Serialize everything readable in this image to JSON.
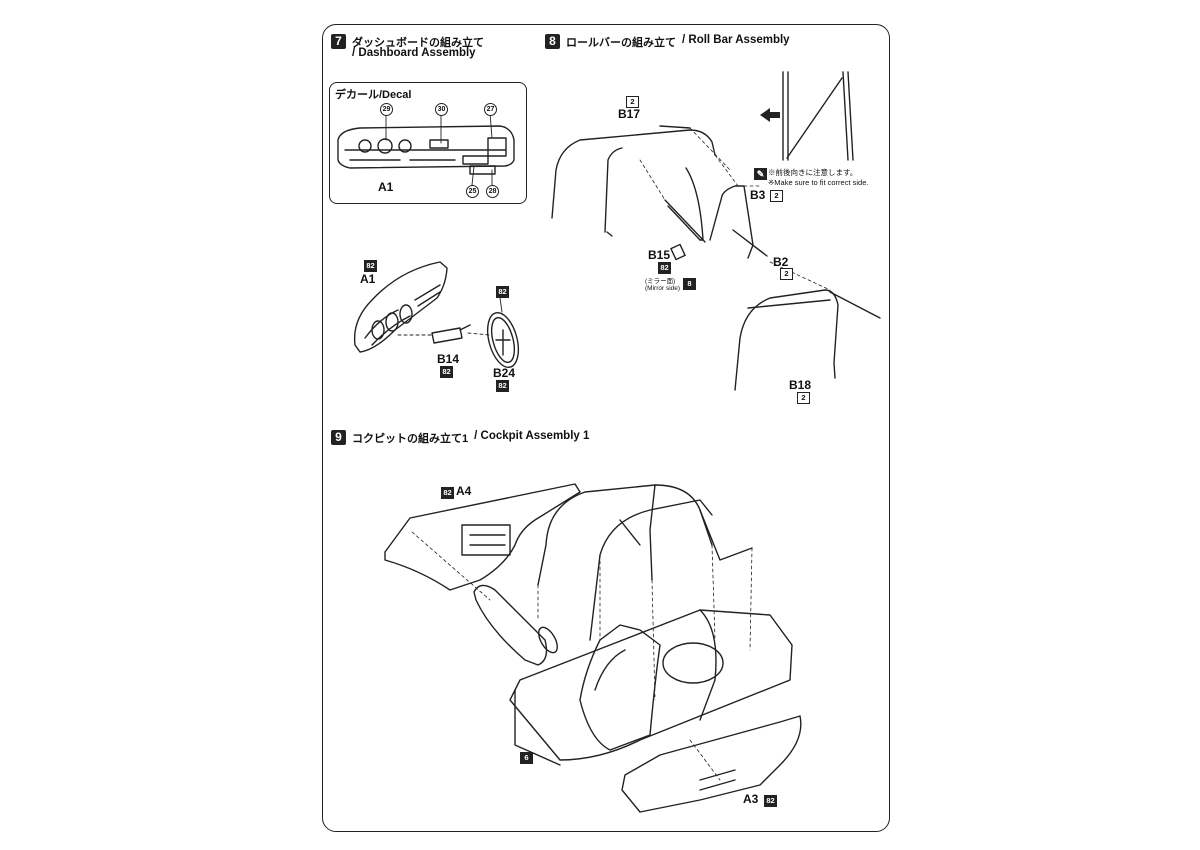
{
  "step7": {
    "number": "7",
    "title_jp": "ダッシュボードの組み立て",
    "title_en": "/ Dashboard Assembly"
  },
  "decal": {
    "title": "デカール/Decal",
    "part": "A1",
    "labels": [
      "29",
      "30",
      "27",
      "25",
      "28"
    ]
  },
  "dashboard_parts": {
    "a1": {
      "tag": "82",
      "label": "A1"
    },
    "b14": {
      "label": "B14",
      "tag": "82"
    },
    "b24": {
      "label": "B24",
      "tag": "82"
    },
    "wheel_tag": "82"
  },
  "step8": {
    "number": "8",
    "title_jp": "ロールバーの組み立て",
    "title_en": "/ Roll Bar Assembly"
  },
  "rollbar_parts": {
    "b17": {
      "tag": "2",
      "label": "B17"
    },
    "b15": {
      "label": "B15",
      "tag": "82",
      "note_jp": "(ミラー面)",
      "note_en": "(Mirror side)",
      "extra_tag": "8"
    },
    "b3": {
      "label": "B3",
      "tag": "2"
    },
    "b2": {
      "label": "B2",
      "tag": "2"
    },
    "b18": {
      "label": "B18",
      "tag": "2"
    },
    "caution_jp": "※前後向きに注意します。",
    "caution_en": "※Make sure to fit correct side."
  },
  "step9": {
    "number": "9",
    "title_jp": "コクピットの組み立て1",
    "title_en": "/ Cockpit Assembly 1"
  },
  "cockpit_parts": {
    "a4": {
      "tag": "82",
      "label": "A4"
    },
    "a3": {
      "label": "A3",
      "tag": "82"
    },
    "ref": {
      "tag": "6"
    }
  },
  "colors": {
    "ink": "#222222",
    "paper": "#ffffff"
  }
}
